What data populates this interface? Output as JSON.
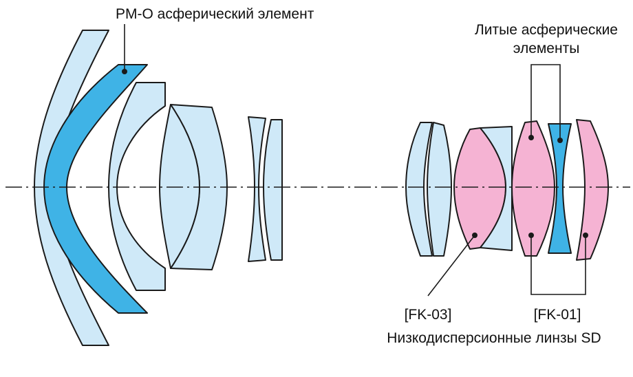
{
  "colors": {
    "glass": "#cfe9f8",
    "aspheric": "#3fb3e6",
    "low_dispersion": "#f5b3d3",
    "line": "#1a1a1a"
  },
  "labels": {
    "pmo_aspheric": "PM-O асферический элемент",
    "molded_aspheric_line1": "Литые асферические",
    "molded_aspheric_line2": "элементы",
    "fk03": "[FK-03]",
    "fk01": "[FK-01]",
    "sd_lenses": "Низкодисперсионные линзы SD"
  }
}
